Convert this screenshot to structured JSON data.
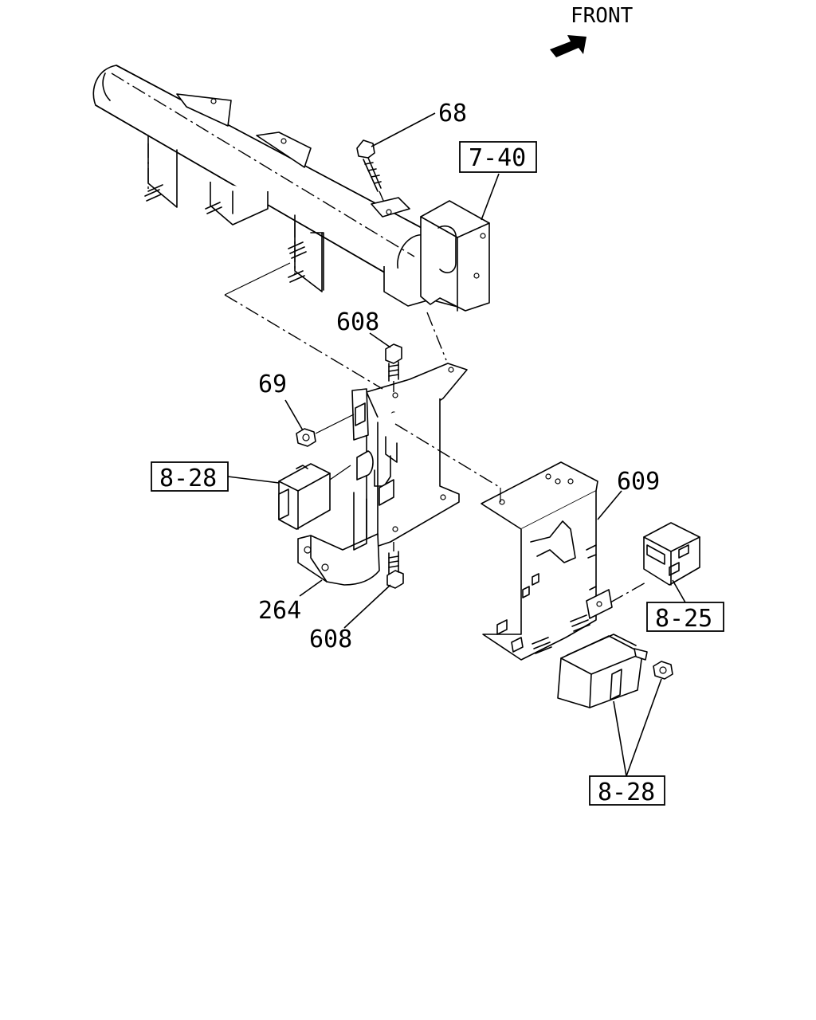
{
  "direction_label": "FRONT",
  "callouts": {
    "bolt_top": "68",
    "reference_7_40": "7-40",
    "bolt_upper": "608",
    "nut_left": "69",
    "reference_8_28_left": "8-28",
    "bracket_right": "609",
    "reference_8_25": "8-25",
    "bracket_lower": "264",
    "bolt_lower": "608",
    "reference_8_28_bottom": "8-28"
  }
}
